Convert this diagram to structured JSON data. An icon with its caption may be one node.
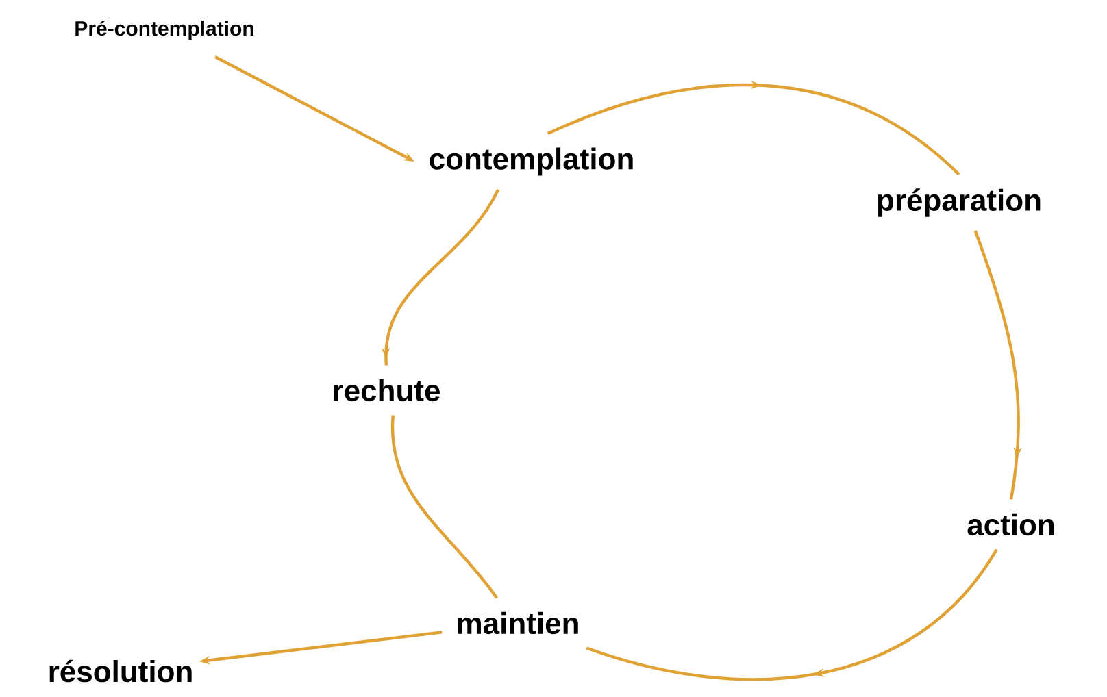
{
  "diagram": {
    "nodes": [
      {
        "text": [
          "Pré-contemplation"
        ]
      },
      {
        "text": [
          "contemplation"
        ]
      },
      {
        "text": [
          "préparation"
        ]
      },
      {
        "text": [
          "rechute"
        ]
      },
      {
        "text": [
          "action"
        ]
      },
      {
        "text": [
          "maintien"
        ]
      },
      {
        "text": [
          "résolution"
        ]
      }
    ],
    "edges": [
      {
        "from": 0,
        "to": 1,
        "arrow": "to"
      },
      {
        "from": 1,
        "to": 2,
        "arrow": "to"
      },
      {
        "from": 2,
        "to": 4,
        "arrow": "to"
      },
      {
        "from": 4,
        "to": 5,
        "arrow": "to"
      },
      {
        "from": 1,
        "to": 3,
        "arrow": "to"
      },
      {
        "from": 3,
        "to": 5,
        "arrow": "none"
      },
      {
        "from": 5,
        "to": 6,
        "arrow": "to"
      }
    ]
  }
}
